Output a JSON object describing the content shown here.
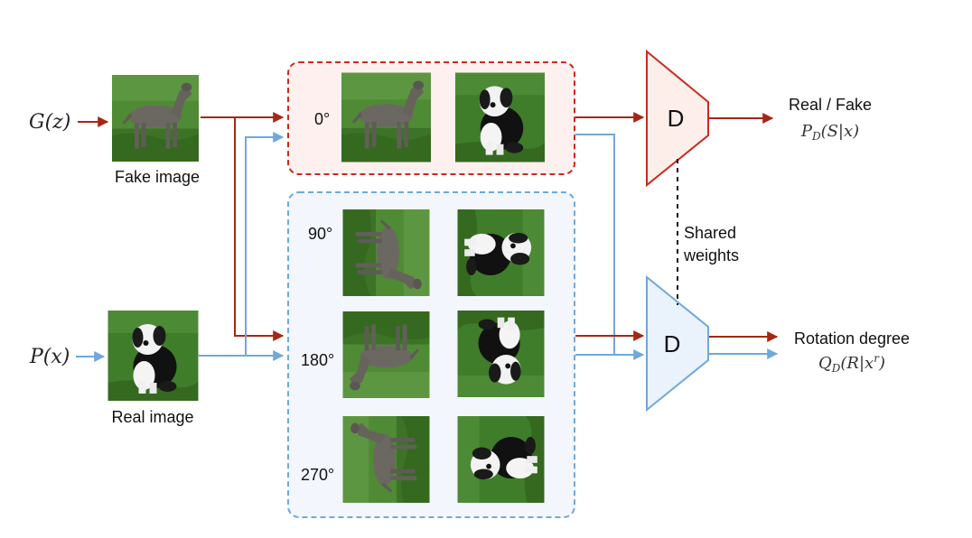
{
  "inputs": {
    "generator": "G(z)",
    "data": "P(x)"
  },
  "image_labels": {
    "fake": "Fake image",
    "real": "Real image"
  },
  "rotations": [
    "0°",
    "90°",
    "180°",
    "270°"
  ],
  "discriminator": {
    "label": "D"
  },
  "shared_weights": [
    "Shared",
    "weights"
  ],
  "outputs": {
    "top_label": "Real / Fake",
    "top_formula": "P_D(S|x)",
    "bottom_label": "Rotation degree",
    "bottom_formula": "Q_D(R|x^r)"
  },
  "colors": {
    "fake_path": "#a52714",
    "real_path": "#6fa8dc",
    "top_box_fill": "#fdf0ee",
    "bottom_box_fill": "#f3f6fc",
    "grass": "#3f7d2a",
    "fake_dog": "#6b6862",
    "real_dog_dark": "#111111",
    "real_dog_light": "#f4f4f4"
  },
  "icons": [
    "grey-dog-image",
    "sheepdog-image"
  ]
}
